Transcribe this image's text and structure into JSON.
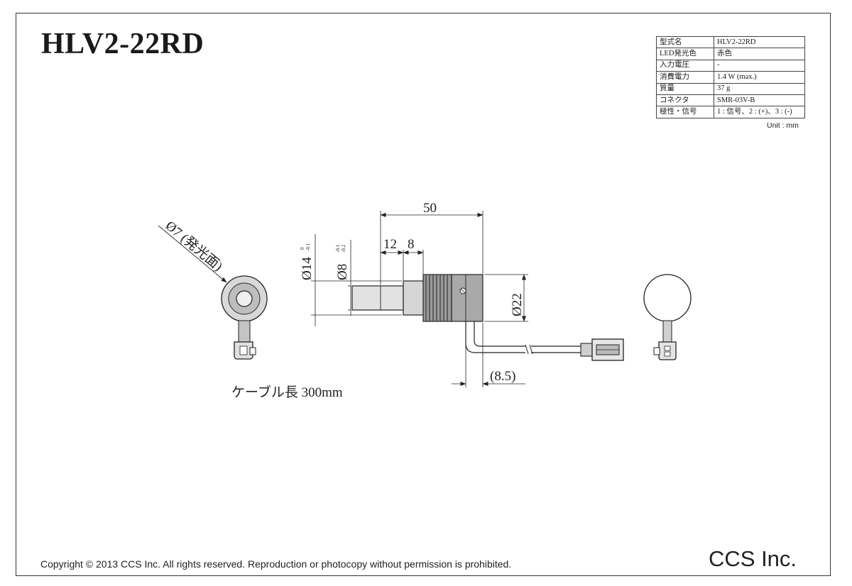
{
  "title": "HLV2-22RD",
  "spec_table": [
    {
      "key": "型式名",
      "value": "HLV2-22RD"
    },
    {
      "key": "LED発光色",
      "value": "赤色"
    },
    {
      "key": "入力電圧",
      "value": "-"
    },
    {
      "key": "消費電力",
      "value": "1.4 W (max.)"
    },
    {
      "key": "質量",
      "value": "37 g"
    },
    {
      "key": "コネクタ",
      "value": "SMR-03V-B"
    },
    {
      "key": "極性・信号",
      "value": "1 : 信号、2 : (+)、3 : (-)"
    }
  ],
  "unit_note": "Unit : mm",
  "dimensions": {
    "emitting_face": "Ø7 (発光面)",
    "overall_length": "50",
    "length_12": "12",
    "length_8": "8",
    "diameter_14": "Ø14",
    "diameter_14_tol_upper": "0",
    "diameter_14_tol_lower": "-0.1",
    "diameter_8": "Ø8",
    "diameter_8_tol_upper": "-0.1",
    "diameter_8_tol_lower": "-0.2",
    "diameter_22": "Ø22",
    "cable_offset": "(8.5)"
  },
  "cable_length_note": "ケーブル長 300mm",
  "copyright": "Copyright © 2013 CCS Inc. All rights reserved.  Reproduction or photocopy without permission is prohibited.",
  "company": "CCS Inc."
}
